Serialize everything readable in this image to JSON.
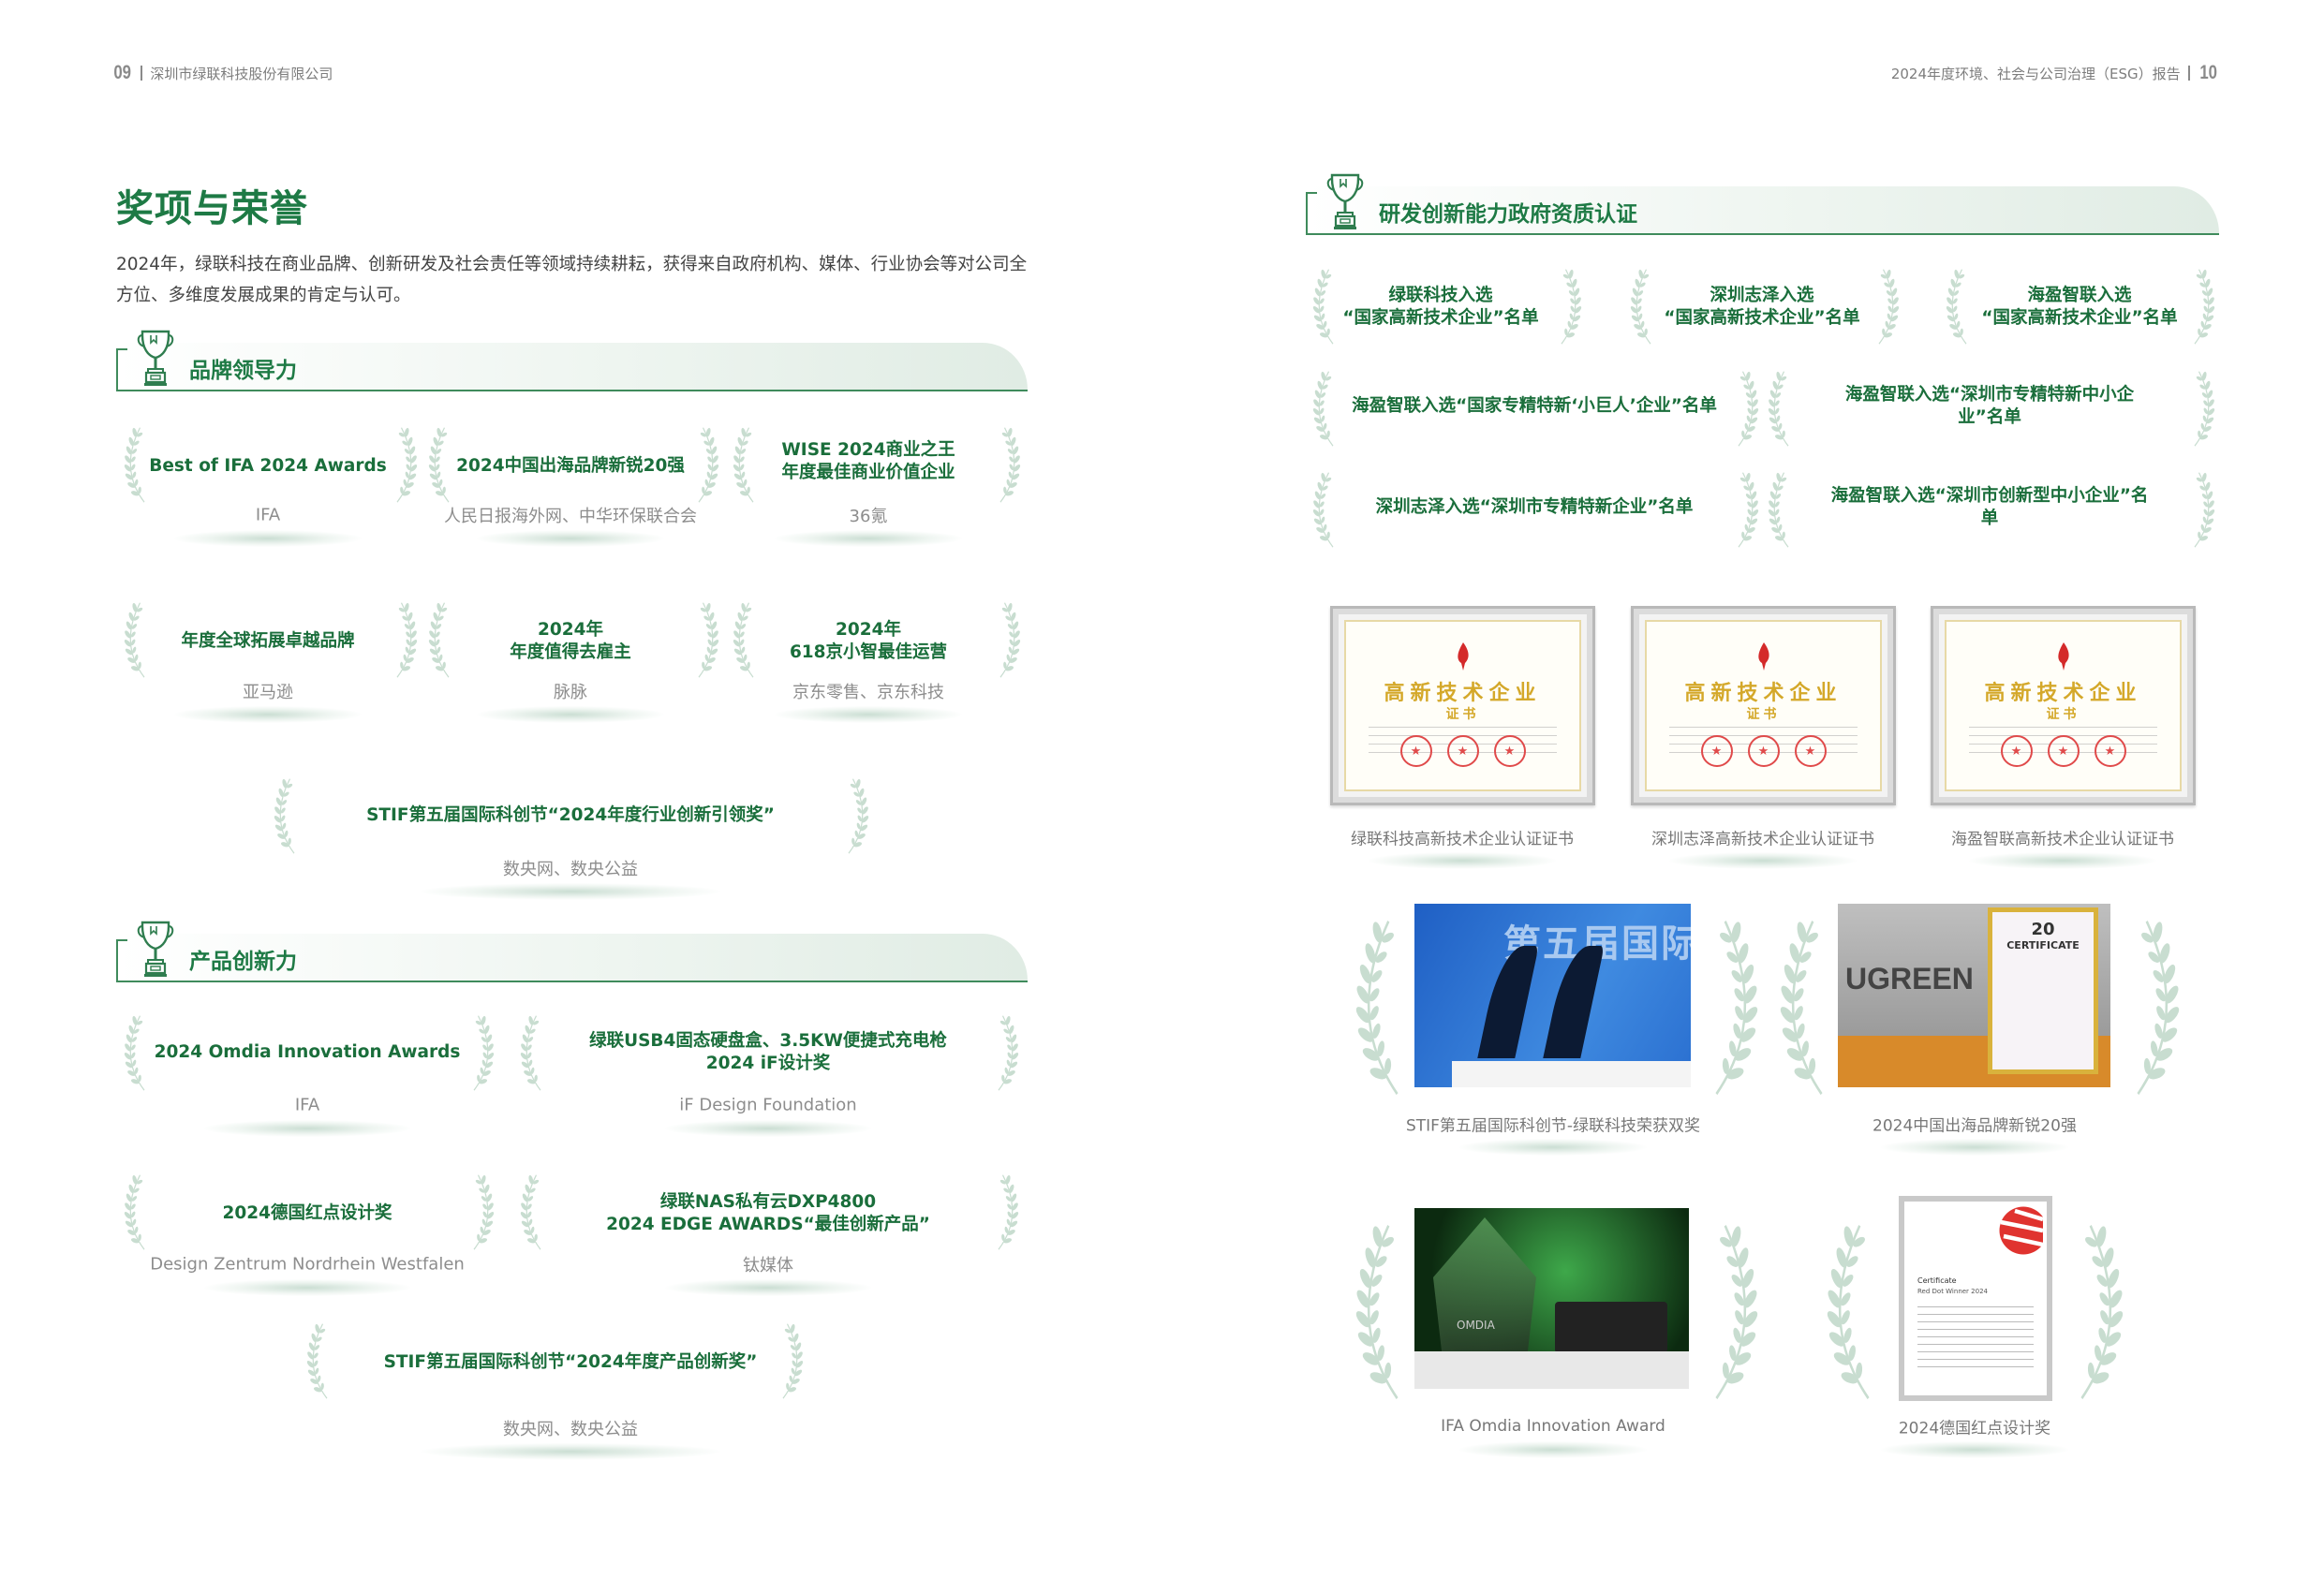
{
  "header": {
    "left_page": "09",
    "left_title": "深圳市绿联科技股份有限公司",
    "right_title": "2024年度环境、社会与公司治理（ESG）报告",
    "right_page": "10"
  },
  "title": "奖项与荣誉",
  "intro": "2024年，绿联科技在商业品牌、创新研发及社会责任等领域持续耕耘，获得来自政府机构、媒体、行业协会等对公司全方位、多维度发展成果的肯定与认可。",
  "brand": {
    "heading": "品牌领导力",
    "awards": [
      {
        "name": "Best of IFA 2024 Awards",
        "source": "IFA"
      },
      {
        "name": "2024中国出海品牌新锐20强",
        "source": "人民日报海外网、中华环保联合会"
      },
      {
        "name": "WISE 2024商业之王\n年度最佳商业价值企业",
        "source": "36氪"
      },
      {
        "name": "年度全球拓展卓越品牌",
        "source": "亚马逊"
      },
      {
        "name": "2024年\n年度值得去雇主",
        "source": "脉脉"
      },
      {
        "name": "2024年\n618京小智最佳运营",
        "source": "京东零售、京东科技"
      },
      {
        "name": "STIF第五届国际科创节“2024年度行业创新引领奖”",
        "source": "数央网、数央公益"
      }
    ]
  },
  "product": {
    "heading": "产品创新力",
    "awards": [
      {
        "name": "2024 Omdia Innovation Awards",
        "source": "IFA"
      },
      {
        "name": "绿联USB4固态硬盘盒、3.5KW便捷式充电枪\n2024 iF设计奖",
        "source": "iF Design Foundation"
      },
      {
        "name": "2024德国红点设计奖",
        "source": "Design Zentrum Nordrhein Westfalen"
      },
      {
        "name": "绿联NAS私有云DXP4800\n2024 EDGE AWARDS“最佳创新产品”",
        "source": "钛媒体"
      },
      {
        "name": "STIF第五届国际科创节“2024年度产品创新奖”",
        "source": "数央网、数央公益"
      }
    ]
  },
  "qualification": {
    "heading": "研发创新能力政府资质认证",
    "items": [
      {
        "name": "绿联科技入选\n“国家高新技术企业”名单"
      },
      {
        "name": "深圳志泽入选\n“国家高新技术企业”名单"
      },
      {
        "name": "海盈智联入选\n“国家高新技术企业”名单"
      },
      {
        "name": "海盈智联入选“国家专精特新‘小巨人’企业”名单"
      },
      {
        "name": "海盈智联入选“深圳市专精特新中小企业”名单"
      },
      {
        "name": "深圳志泽入选“深圳市专精特新企业”名单"
      },
      {
        "name": "海盈智联入选“深圳市创新型中小企业”名单"
      }
    ],
    "certificates": [
      {
        "caption": "绿联科技高新技术企业认证证书",
        "title": "高新技术企业",
        "subtitle": "证书"
      },
      {
        "caption": "深圳志泽高新技术企业认证证书",
        "title": "高新技术企业",
        "subtitle": "证书"
      },
      {
        "caption": "海盈智联高新技术企业认证证书",
        "title": "高新技术企业",
        "subtitle": "证书"
      }
    ]
  },
  "photos": [
    {
      "caption": "STIF第五届国际科创节-绿联科技荣获双奖",
      "sign": "第五届国际"
    },
    {
      "caption": "2024中国出海品牌新锐20强",
      "sign": "UGREEN",
      "cert": "CERTIFICATE",
      "num": "20"
    },
    {
      "caption": "IFA Omdia Innovation Award",
      "sign": "OMDIA"
    },
    {
      "caption": "2024德国红点设计奖",
      "cert": "Certificate",
      "sub": "Red Dot Winner 2024"
    }
  ],
  "colors": {
    "accent": "#1e7a45",
    "laurel": "#c8ddd0",
    "muted": "#8d8d8d"
  }
}
